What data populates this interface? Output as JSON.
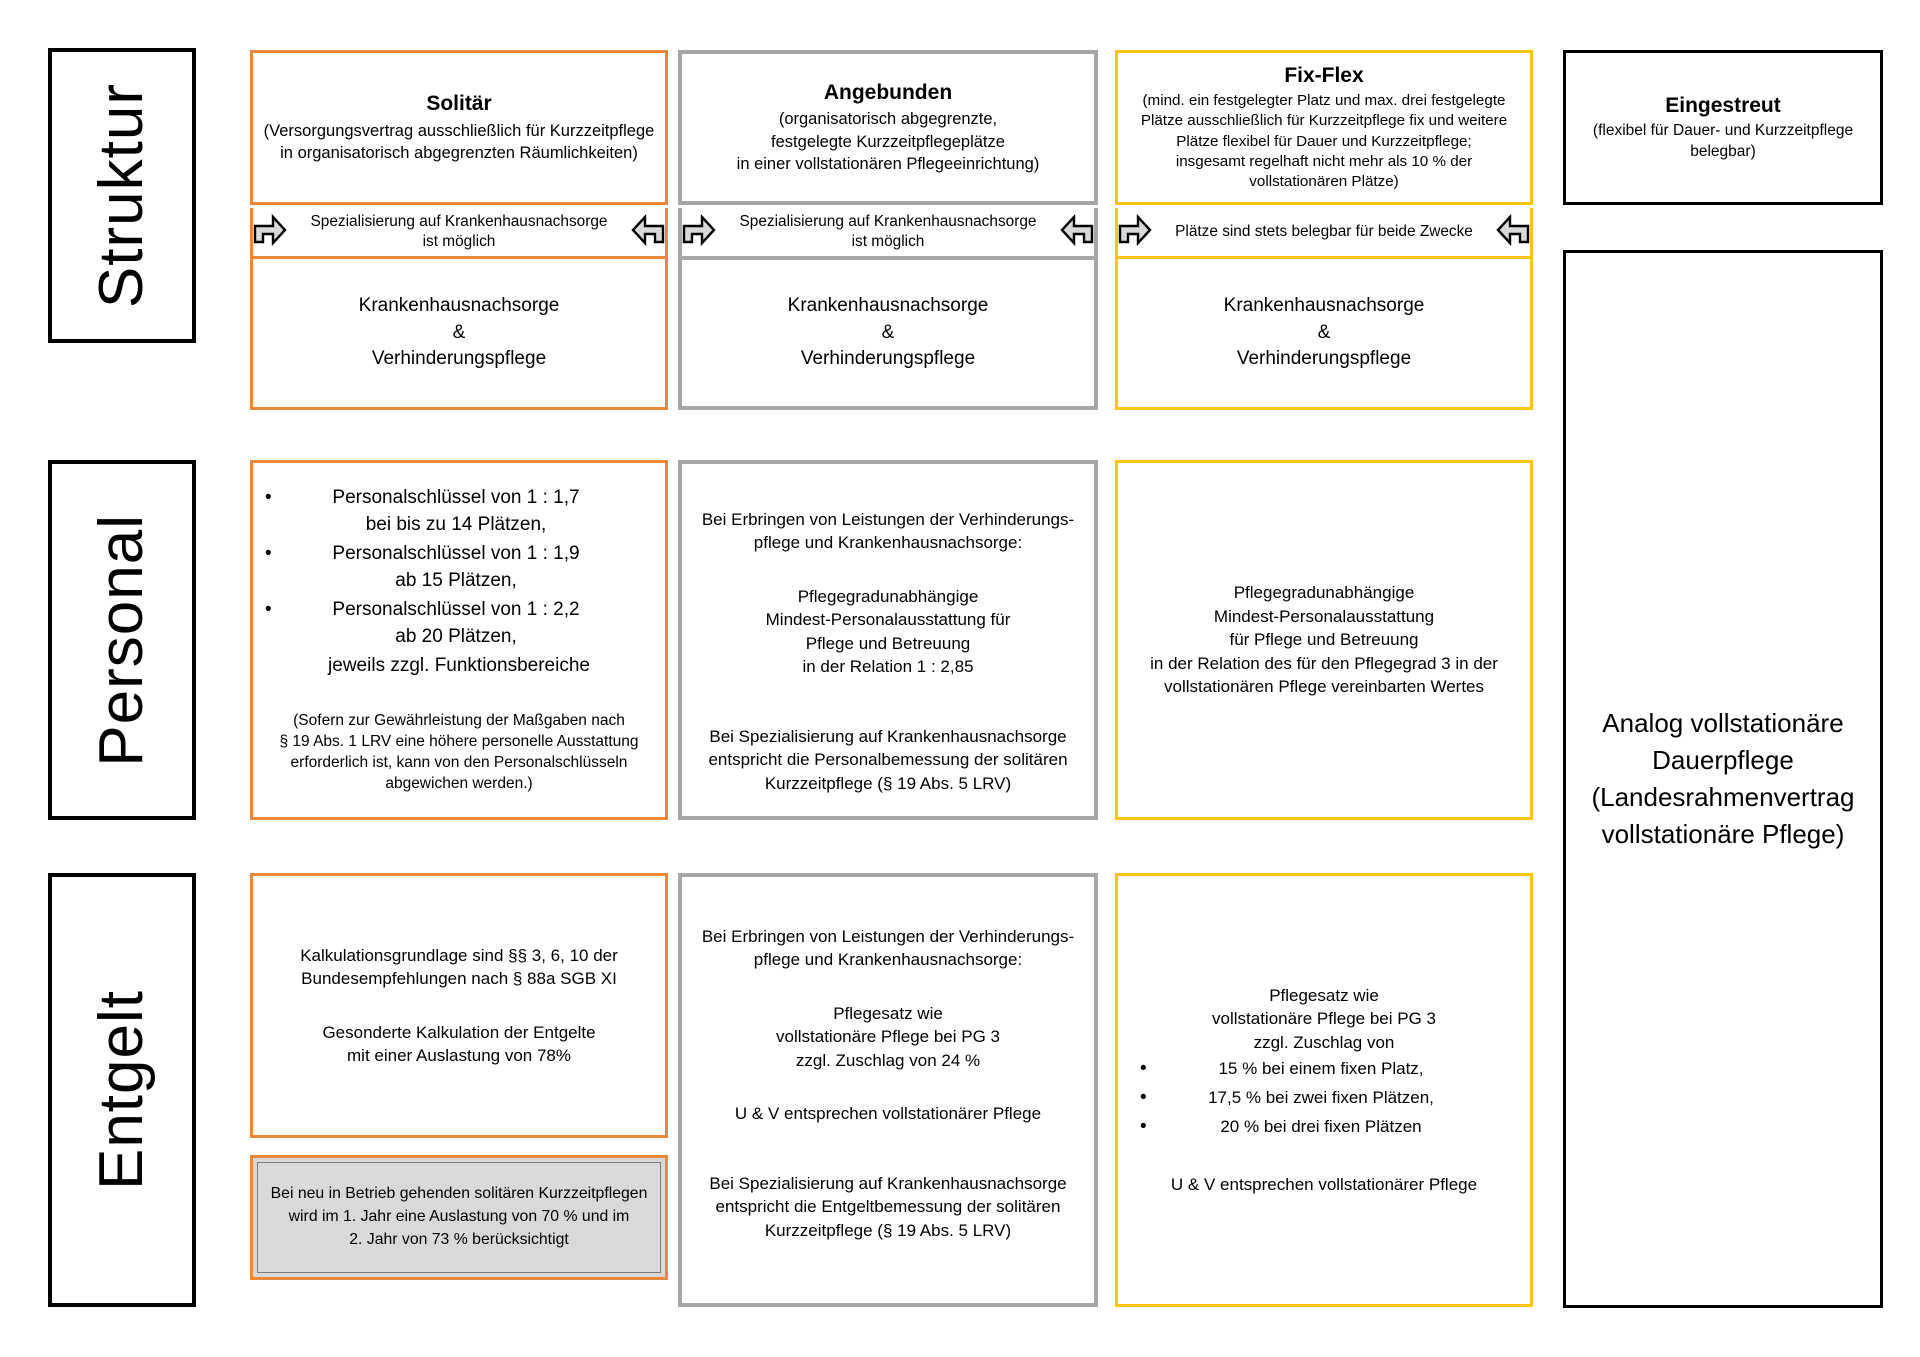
{
  "row_labels": [
    {
      "name": "struktur",
      "text": "Struktur"
    },
    {
      "name": "personal",
      "text": "Personal"
    },
    {
      "name": "entgelt",
      "text": "Entgelt"
    }
  ],
  "colors": {
    "solitaer_border": "#E8883A",
    "angebunden_border": "#A6A6A6",
    "fixflex_border": "#FFC410",
    "eingestreut_border": "#000000",
    "note_fill": "#D9D9D9"
  },
  "struktur": {
    "solitaer": {
      "title": "Solitär",
      "subtitle": "(Versorgungsvertrag ausschließlich für Kurzzeitpflege\nin organisatorisch abgegrenzten Räumlichkeiten)",
      "arrow_label": "Spezialisierung auf Krankenhausnachsorge\nist möglich",
      "lower": "Krankenhausnachsorge\n&\nVerhinderungspflege"
    },
    "angebunden": {
      "title": "Angebunden",
      "subtitle": "(organisatorisch abgegrenzte,\nfestgelegte Kurzzeitpflegeplätze\nin einer vollstationären Pflegeeinrichtung)",
      "arrow_label": "Spezialisierung auf Krankenhausnachsorge\nist möglich",
      "lower": "Krankenhausnachsorge\n&\nVerhinderungspflege"
    },
    "fixflex": {
      "title": "Fix-Flex",
      "subtitle": "(mind. ein festgelegter Platz und max. drei festgelegte\nPlätze ausschließlich für Kurzzeitpflege fix und weitere\nPlätze flexibel für Dauer und Kurzzeitpflege;\ninsgesamt regelhaft nicht mehr als 10 % der\nvollstationären Plätze)",
      "arrow_label": "Plätze sind stets belegbar für beide Zwecke",
      "lower": "Krankenhausnachsorge\n&\nVerhinderungspflege"
    },
    "eingestreut": {
      "title": "Eingestreut",
      "subtitle": "(flexibel für Dauer- und Kurzzeitpflege\nbelegbar)"
    }
  },
  "personal": {
    "solitaer": {
      "bullets": [
        "Personalschlüssel von 1 : 1,7\nbei bis zu 14 Plätzen,",
        "Personalschlüssel von 1 : 1,9\nab 15 Plätzen,",
        "Personalschlüssel von 1 : 2,2\nab 20 Plätzen,"
      ],
      "after_bullets": "jeweils zzgl. Funktionsbereiche",
      "note": "(Sofern zur Gewährleistung der Maßgaben nach\n§ 19 Abs. 1 LRV eine höhere personelle Ausstattung\nerforderlich ist, kann von den Personalschlüsseln\nabgewichen werden.)"
    },
    "angebunden": {
      "para1": "Bei Erbringen von Leistungen der Verhinderungs-\npflege und Krankenhausnachsorge:",
      "para2": "Pflegegradunabhängige\nMindest-Personalausstattung für\nPflege und Betreuung\nin der Relation 1 : 2,85",
      "para3": "Bei Spezialisierung auf Krankenhausnachsorge\nentspricht die Personalbemessung der solitären\nKurzzeitpflege (§ 19 Abs. 5 LRV)"
    },
    "fixflex": {
      "para1": "Pflegegradunabhängige\nMindest-Personalausstattung\nfür Pflege und Betreuung\nin der Relation des für den Pflegegrad 3 in der\nvollstationären Pflege vereinbarten Wertes"
    }
  },
  "entgelt": {
    "solitaer": {
      "para1": "Kalkulationsgrundlage sind §§ 3, 6, 10 der\nBundesempfehlungen nach § 88a SGB XI",
      "para2": "Gesonderte Kalkulation der Entgelte\nmit einer Auslastung von 78%",
      "grey_note": "Bei neu in Betrieb gehenden solitären Kurzzeitpflegen\nwird im 1. Jahr eine Auslastung von 70 % und im\n2. Jahr von 73 % berücksichtigt"
    },
    "angebunden": {
      "para1": "Bei Erbringen von Leistungen der Verhinderungs-\npflege und Krankenhausnachsorge:",
      "para2": "Pflegesatz wie\nvollstationäre Pflege bei PG 3\nzzgl. Zuschlag von 24 %",
      "para3": "U & V entsprechen vollstationärer Pflege",
      "para4": "Bei Spezialisierung auf Krankenhausnachsorge\nentspricht die Entgeltbemessung der solitären\nKurzzeitpflege (§ 19 Abs. 5 LRV)"
    },
    "fixflex": {
      "para1": "Pflegesatz wie\nvollstationäre Pflege bei PG 3\nzzgl. Zuschlag von",
      "bullets": [
        "15 % bei einem fixen Platz,",
        "17,5 % bei zwei fixen Plätzen,",
        "20 % bei drei fixen Plätzen"
      ],
      "para2": "U & V entsprechen vollstationärer Pflege"
    }
  },
  "eingestreut_panel": {
    "text": "Analog vollstationäre\nDauerpflege\n(Landesrahmenvertrag\nvollstationäre Pflege)"
  }
}
